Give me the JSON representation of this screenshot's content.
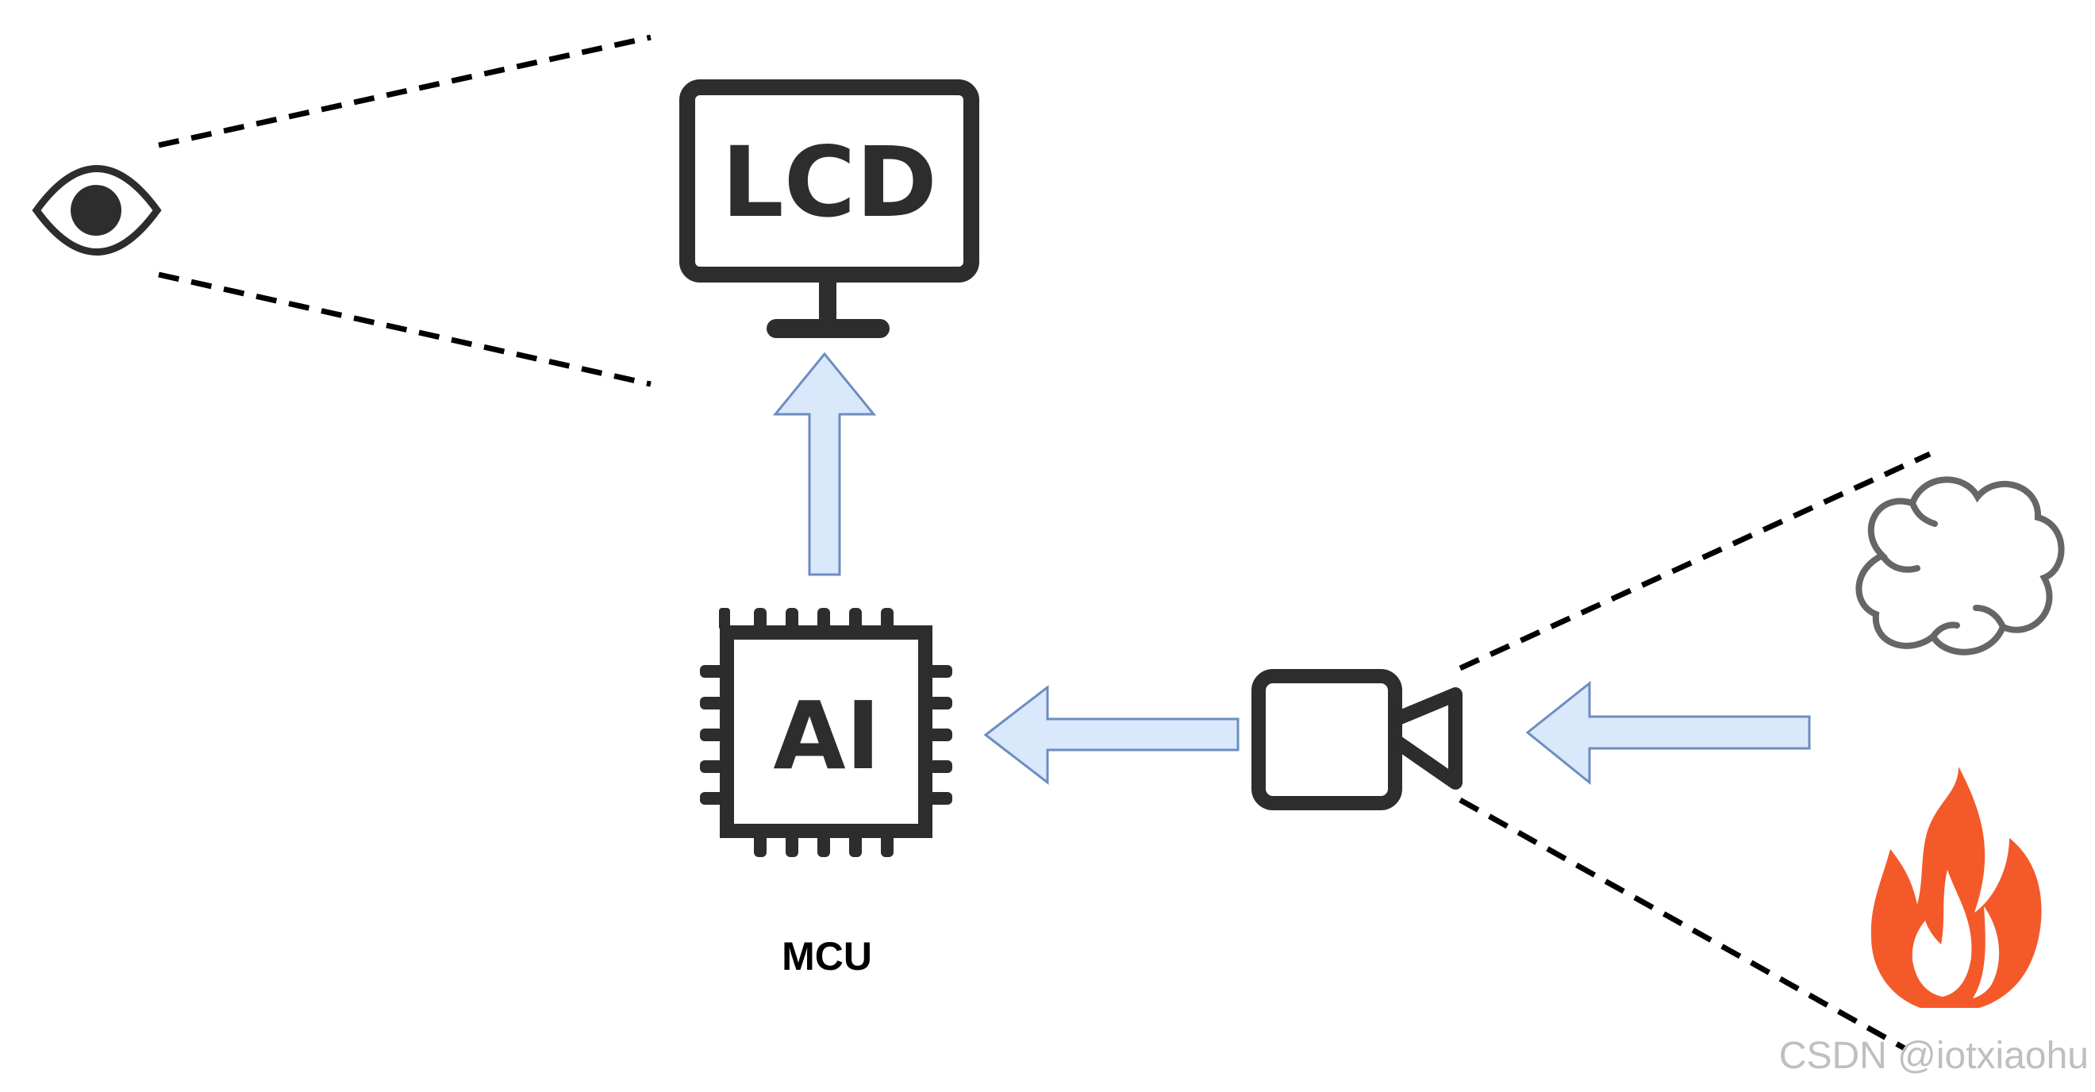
{
  "lcd": {
    "label": "LCD"
  },
  "mcu": {
    "chip_label": "AI",
    "caption": "MCU"
  },
  "watermark": "CSDN @iotxiaohu",
  "colors": {
    "stroke": "#2d2d2d",
    "arrow_fill": "#dae8fc",
    "arrow_stroke": "#6c8ebf",
    "fire": "#f4592a",
    "smoke": "#666666",
    "watermark": "#bfbfbf",
    "caption": "#000000"
  },
  "icons": {
    "viewer": "eye-icon",
    "display": "monitor-icon",
    "processor": "chip-icon",
    "sensor": "video-camera-icon",
    "input_smoke": "smoke-cloud-icon",
    "input_fire": "fire-icon"
  },
  "links": [
    {
      "from": "mcu",
      "to": "lcd"
    },
    {
      "from": "camera",
      "to": "mcu"
    },
    {
      "from": "smoke-fire",
      "to": "camera"
    }
  ]
}
